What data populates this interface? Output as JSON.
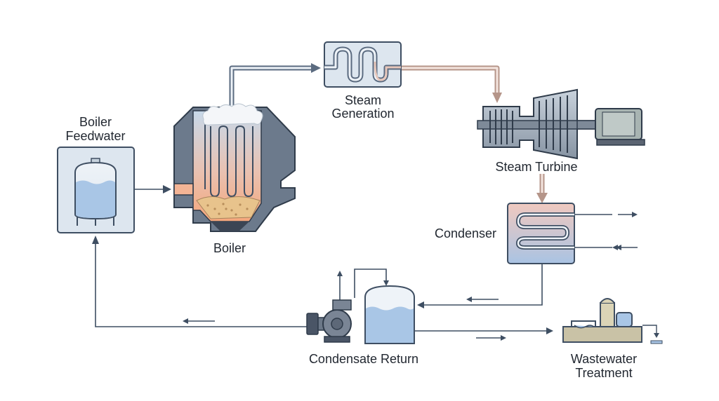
{
  "labels": {
    "boiler_feedwater_line1": "Boiler",
    "boiler_feedwater_line2": "Feedwater",
    "boiler": "Boiler",
    "steam_generation_line1": "Steam",
    "steam_generation_line2": "Generation",
    "steam_turbine": "Steam Turbine",
    "condenser": "Condenser",
    "condensate_return": "Condensate Return",
    "wastewater_line1": "Wastewater",
    "wastewater_line2": "Treatment"
  },
  "colors": {
    "outline": "#3e4e62",
    "panel_fill": "#dde6ef",
    "pipe": "#5b6b80",
    "pipe_fill": "#eef3f8",
    "steam_pipe": "#c9a79b",
    "water": "#a9c6e6",
    "hot": "#f2ad88",
    "fuel": "#e8c38c",
    "turbine": "#6f7c8c",
    "generator": "#9aa6a4"
  },
  "icons": [
    "feedwater-tank-icon",
    "boiler-icon",
    "steam-coil-icon",
    "steam-turbine-icon",
    "generator-icon",
    "condenser-icon",
    "pump-icon",
    "condensate-tank-icon",
    "wastewater-plant-icon"
  ]
}
